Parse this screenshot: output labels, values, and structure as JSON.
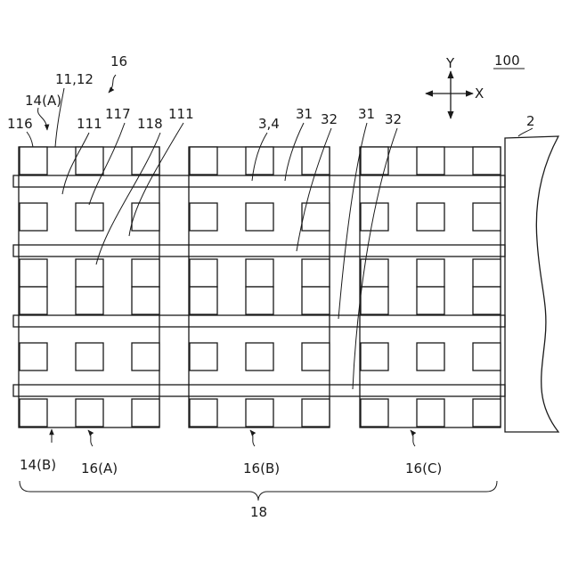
{
  "figure": {
    "number": "100"
  },
  "axes": {
    "x": "X",
    "y": "Y"
  },
  "callouts": {
    "c16": "16",
    "c11_12": "11,12",
    "c14a": "14(A)",
    "c116": "116",
    "c111_first": "111",
    "c117": "117",
    "c118": "118",
    "c111_second": "111",
    "c3_4": "3,4",
    "c31_first": "31",
    "c32_first": "32",
    "c31_second": "31",
    "c32_second": "32",
    "c2": "2",
    "c14b": "14(B)",
    "c16a": "16(A)",
    "c16b": "16(B)",
    "c16c": "16(C)",
    "c18": "18"
  }
}
